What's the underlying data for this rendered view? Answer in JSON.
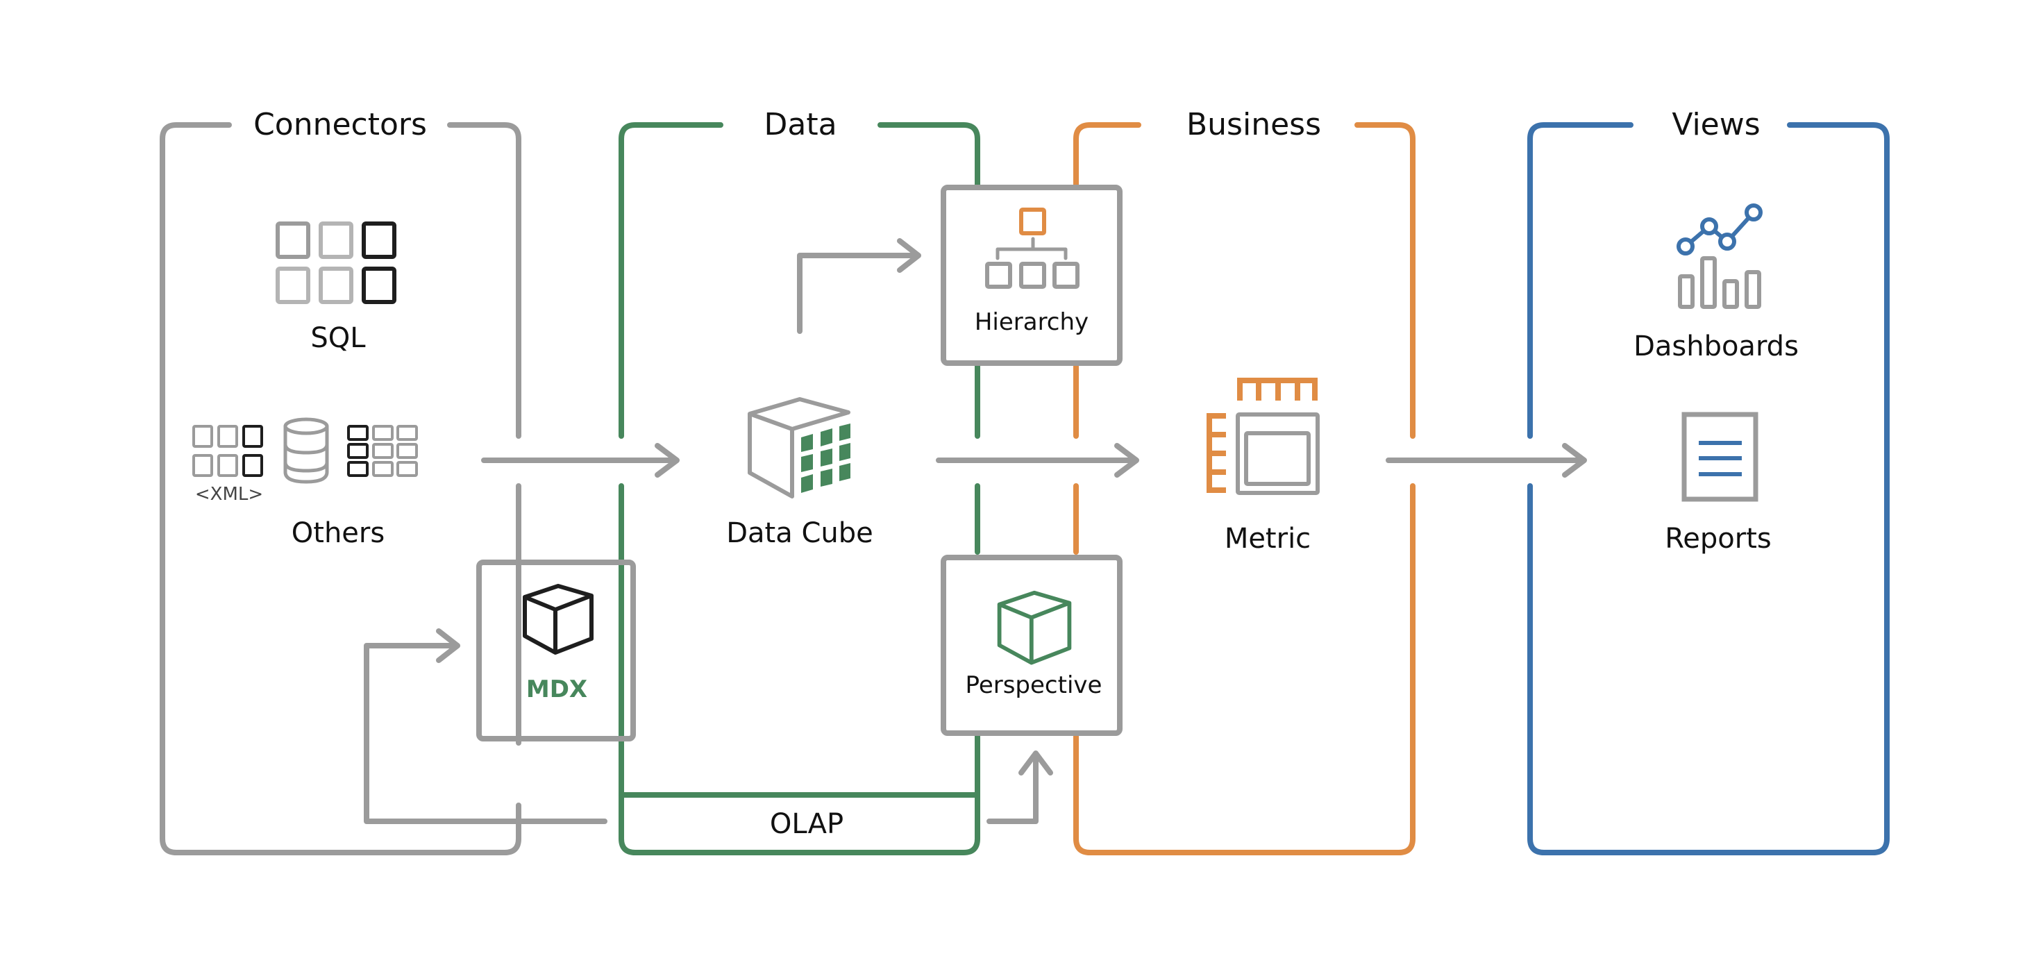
{
  "colors": {
    "gray": "#9b9b9b",
    "green": "#47875c",
    "orange": "#e08c44",
    "blue": "#3c72ac",
    "dark": "#1e1e1e"
  },
  "sections": {
    "connectors": {
      "title": "Connectors"
    },
    "data": {
      "title": "Data"
    },
    "business": {
      "title": "Business"
    },
    "views": {
      "title": "Views"
    }
  },
  "connectors": {
    "sql": {
      "label": "SQL",
      "icon": "table-grid-icon"
    },
    "others": {
      "label": "Others",
      "xml_tag": "<XML>",
      "icons": [
        "xml-grid-icon",
        "database-icon",
        "table-list-icon"
      ]
    },
    "mdx": {
      "label": "MDX",
      "icon": "cube-icon"
    }
  },
  "data": {
    "cube": {
      "label": "Data Cube",
      "icon": "data-cube-icon"
    },
    "olap": {
      "label": "OLAP"
    }
  },
  "business": {
    "hierarchy": {
      "label": "Hierarchy",
      "icon": "hierarchy-icon"
    },
    "perspective": {
      "label": "Perspective",
      "icon": "cube-icon"
    },
    "metric": {
      "label": "Metric",
      "icon": "metric-ruler-icon"
    }
  },
  "views": {
    "dashboards": {
      "label": "Dashboards",
      "icon": "chart-icon"
    },
    "reports": {
      "label": "Reports",
      "icon": "document-icon"
    }
  }
}
